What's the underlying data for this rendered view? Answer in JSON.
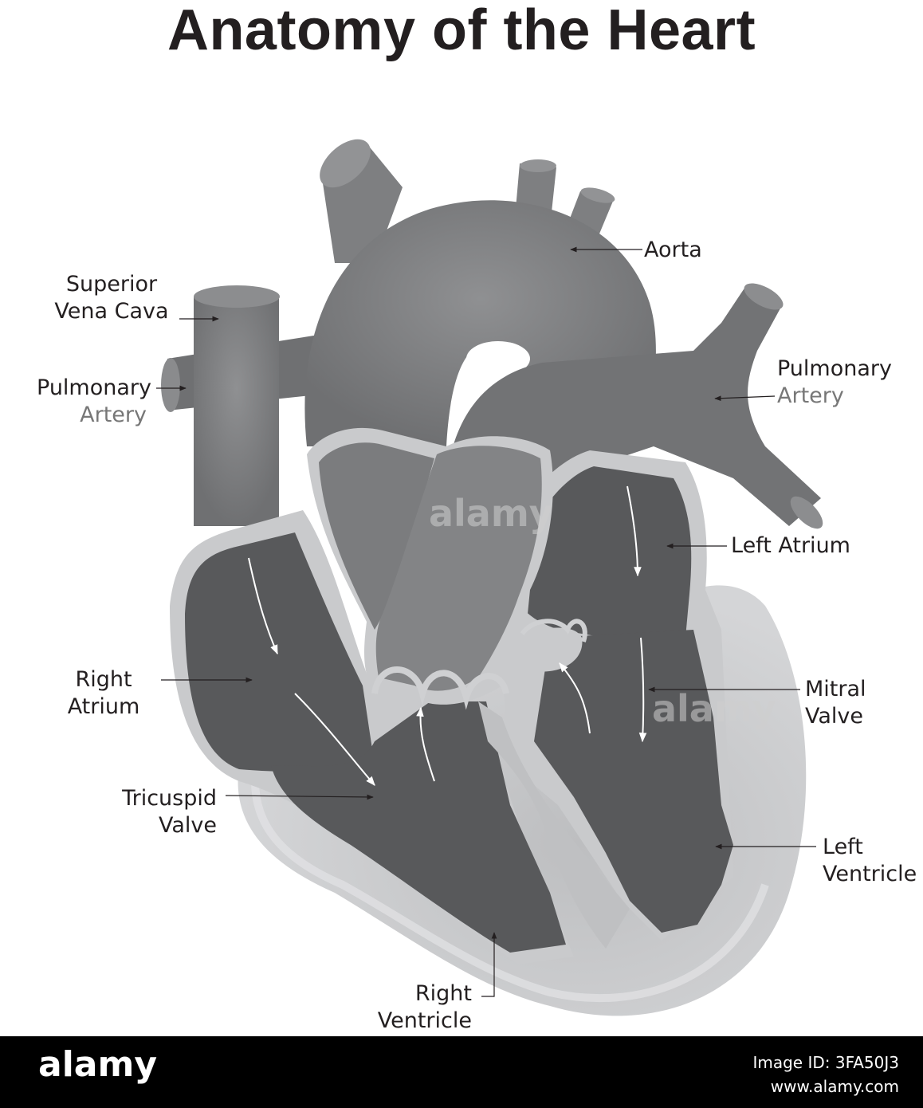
{
  "title": "Anatomy of the Heart",
  "labels": {
    "aorta": [
      "Aorta"
    ],
    "superior_vena_cava": [
      "Superior",
      "Vena Cava"
    ],
    "pulmonary_artery_left": [
      "Pulmonary",
      "Artery"
    ],
    "pulmonary_artery_right": [
      "Pulmonary",
      "Artery"
    ],
    "left_atrium": [
      "Left Atrium"
    ],
    "right_atrium": [
      "Right",
      "Atrium"
    ],
    "mitral_valve": [
      "Mitral",
      "Valve"
    ],
    "tricuspid_valve": [
      "Tricuspid",
      "Valve"
    ],
    "left_ventricle": [
      "Left",
      "Ventricle"
    ],
    "right_ventricle": [
      "Right",
      "Ventricle"
    ]
  },
  "watermark": "alamy",
  "footer": {
    "logo": "alamy",
    "image_id": "Image ID: 3FA50J3",
    "site": "www.alamy.com"
  },
  "colors": {
    "vessel": "#7d7e80",
    "chamber": "#575859",
    "wall": "#c7c8ca",
    "outline": "#cfd0d2",
    "text": "#231f20"
  }
}
